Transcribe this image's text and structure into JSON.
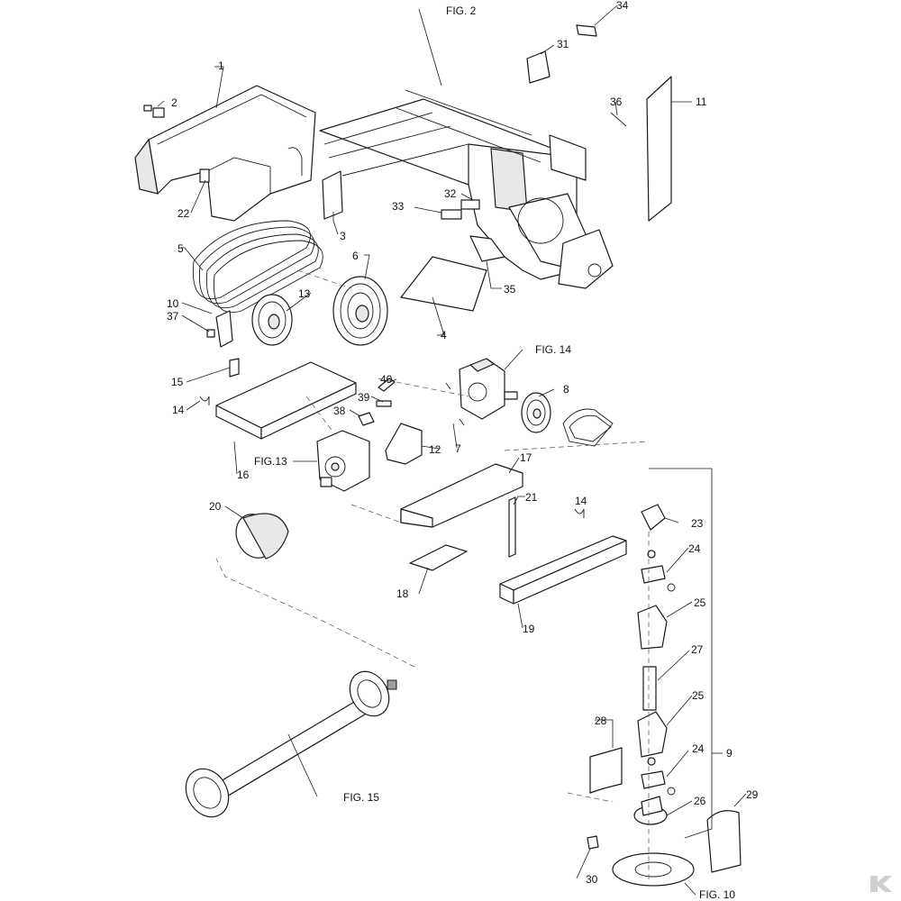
{
  "labels": {
    "l1": "1",
    "l2": "2",
    "l3": "3",
    "l4": "4",
    "l5": "5",
    "l6": "6",
    "l7": "7",
    "l8": "8",
    "l9": "9",
    "l10": "10",
    "l11": "11",
    "l12": "12",
    "l13": "13",
    "l14a": "14",
    "l14b": "14",
    "l15": "15",
    "l16": "16",
    "l17": "17",
    "l18": "18",
    "l19": "19",
    "l20": "20",
    "l21": "21",
    "l22": "22",
    "l23": "23",
    "l24a": "24",
    "l24b": "24",
    "l25a": "25",
    "l25b": "25",
    "l26": "26",
    "l27": "27",
    "l28": "28",
    "l29": "29",
    "l30": "30",
    "l31": "31",
    "l32": "32",
    "l33": "33",
    "l34": "34",
    "l35": "35",
    "l36": "36",
    "l37": "37",
    "l38": "38",
    "l39": "39",
    "l40": "40"
  },
  "figure_refs": {
    "fig2": "FIG.  2",
    "fig13": "FIG.13",
    "fig14": "FIG. 14",
    "fig15": "FIG. 15",
    "fig10": "FIG. 10"
  },
  "logo": {
    "icon": "brand-logo-icon",
    "color": "#cfcfcf"
  }
}
